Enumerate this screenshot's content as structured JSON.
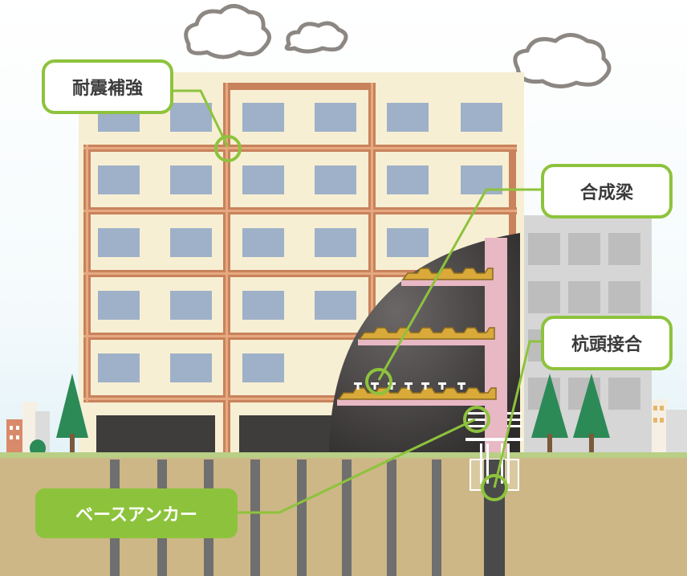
{
  "labels": {
    "seismic": "耐震補強",
    "composite_beam": "合成梁",
    "pile_head": "杭頭接合",
    "base_anchor": "ベースアンカー"
  },
  "colors": {
    "sky_top": "#ffffff",
    "sky_bottom": "#dff0f6",
    "building": "#f7efd3",
    "window": "#9fb1c8",
    "brace": "#c8825c",
    "brace_light": "#e6a97f",
    "ground": "#cdb786",
    "grass": "#b8cf85",
    "pile": "#6f6f6f",
    "label_green": "#8dc33c",
    "label_fill": "#ffffff",
    "label_text_dark": "#3a3a3a",
    "cutaway_dark": "#3b3838",
    "pink_column": "#e8b8c4",
    "deck_gold": "#d9a93a",
    "grey_building": "#d9d9d9",
    "tree": "#2c8a57"
  }
}
